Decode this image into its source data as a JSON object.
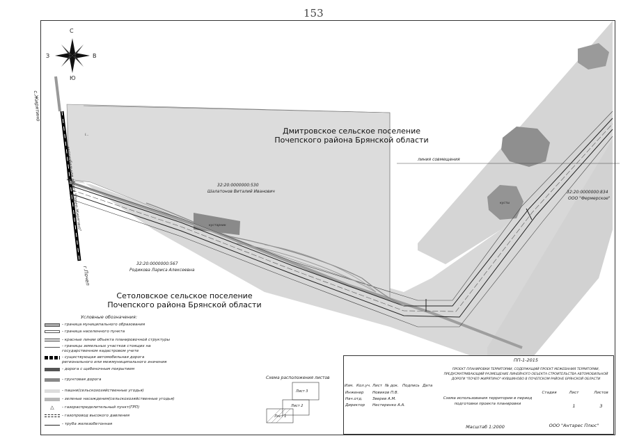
{
  "sheet_number": "153",
  "compass": {
    "north": "С",
    "south": "Ю",
    "west": "З",
    "east": "В"
  },
  "map": {
    "road_label_top": "с.Жирятино",
    "road_label_bottom": "г.Почеп",
    "road_name_vertical": "автомобильная дорога \"Почеп-Жирятино\"",
    "region_north": [
      "Дмитровское сельское поселение",
      "Почепского района Брянской области"
    ],
    "region_south": [
      "Сетоловское сельское поселение",
      "Почепского района Брянской области"
    ],
    "parcel_530": {
      "number": "32:20:0000000:530",
      "owner": "Шалатонов Виталий Иванович"
    },
    "parcel_567": {
      "number": "32:20:0000000:567",
      "owner": "Родикова Лариса Алексеевна"
    },
    "parcel_834": {
      "number": "32:20:0000000:834",
      "owner": "ООО \"Фермерское\""
    },
    "line_label": "линия совмещения",
    "small_label_1": "кустарник",
    "small_label_2": "кусты",
    "small_label_3": "l..."
  },
  "legend": {
    "title": "Условные обозначения:",
    "items": [
      "- граница муниципального образования",
      "- граница населенного пункта",
      "- красные линии объекта планировочной структуры",
      "- границы земельных участков стоящих на",
      "государственном кадастровом учете",
      "- существующая автомобильная дорога",
      "регионального или межмуниципального значения",
      "- дорога с щебеночным покрытием",
      "- грунтовая дорога",
      "- пашни(сельскохозяйственные угодья)",
      "- зеленые насаждения(сельскохозяйственные угодья)",
      "- газораспределительный пункт(ГРП)",
      "- газопровод высокого давления",
      "- труба железобетонная"
    ]
  },
  "sheet_scheme": {
    "title": "Схема расположения листов",
    "sheets": [
      "Лист 1",
      "Лист 2",
      "Лист 3"
    ]
  },
  "title_block": {
    "code": "ПП-1-2015",
    "project": [
      "ПРОЕКТ ПЛАНИРОВКИ ТЕРРИТОРИИ, СОДЕРЖАЩИЙ ПРОЕКТ МЕЖЕВАНИЯ ТЕРРИТОРИИ,",
      "ПРЕДУСМАТРИВАЮЩИЙ РАЗМЕЩЕНИЕ ЛИНЕЙНОГО ОБЪЕКТА СТРОИТЕЛЬСТВА АВТОМОБИЛЬНОЙ",
      "ДОРОГИ \"ПОЧЕП-ЖИРЯТИНО\"-КУВШИНОВО В ПОЧЕПСКОМ РАЙОНЕ БРЯНСКОЙ ОБЛАСТИ"
    ],
    "headers": [
      "Изм.",
      "Кол.уч.",
      "Лист",
      "№ док.",
      "Подпись",
      "Дата"
    ],
    "staff": [
      {
        "role": "Инженер",
        "name": "Новиков П.В."
      },
      {
        "role": "Нач.отд.",
        "name": "Зверев А.М."
      },
      {
        "role": "Директор",
        "name": "Нестеренко А.А."
      }
    ],
    "drawing_title": [
      "Схема использования территории в период",
      "подготовки проекта планировки"
    ],
    "stage_label": "Стадия",
    "sheet_label": "Лист",
    "sheets_label": "Листов",
    "sheet_value": "1",
    "sheets_value": "3",
    "scale": "Масштаб 1:2000",
    "company": "ООО \"Антарес Плюс\""
  }
}
